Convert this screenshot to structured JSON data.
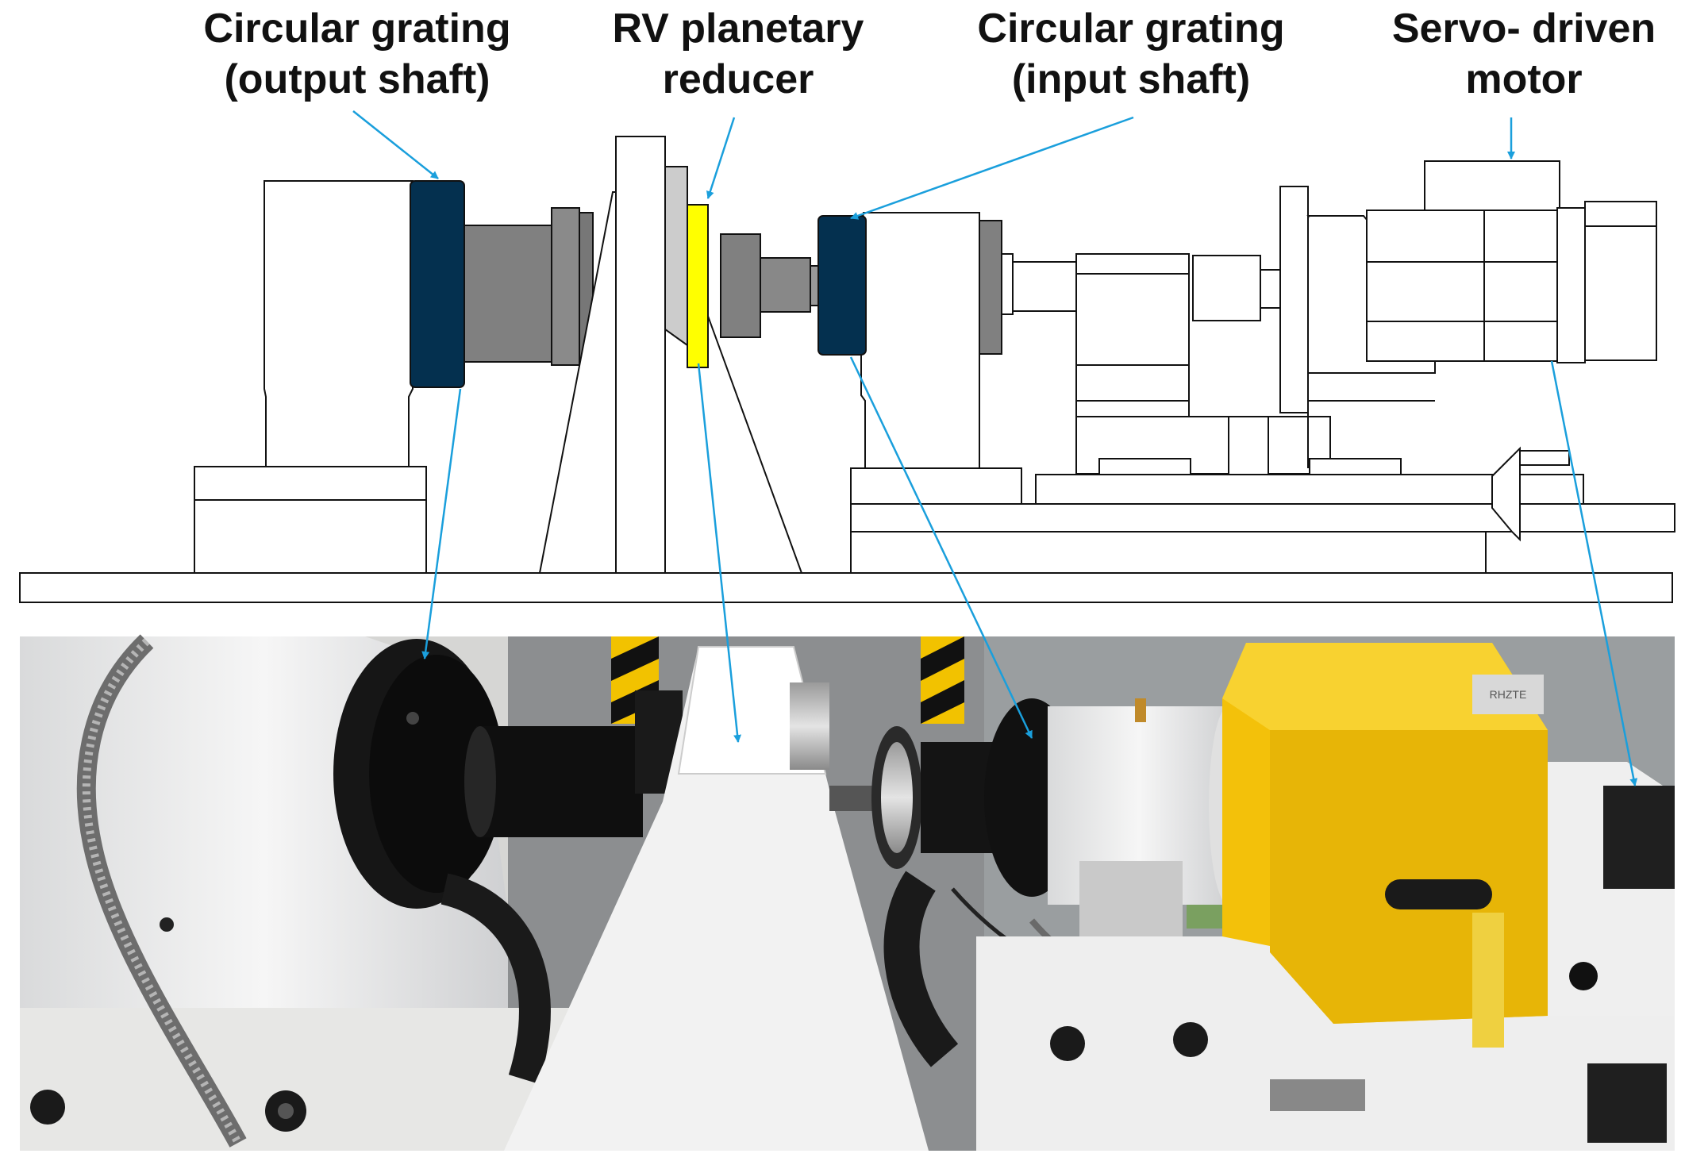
{
  "labels": {
    "output_grating": {
      "line1": "Circular grating",
      "line2": "(output shaft)"
    },
    "rv_reducer": {
      "line1": "RV planetary",
      "line2": "reducer"
    },
    "input_grating": {
      "line1": "Circular grating",
      "line2": "(input shaft)"
    },
    "servo_motor": {
      "line1": "Servo- driven",
      "line2": "motor"
    }
  },
  "photo_text": {
    "plate": "RHZTE"
  },
  "colors": {
    "leader_line": "#1a9fdc",
    "grating_fill": "#04304f",
    "reducer_fill": "#ffff00",
    "motor_housing": "#f3c10a",
    "drawing_stroke": "#111111"
  }
}
